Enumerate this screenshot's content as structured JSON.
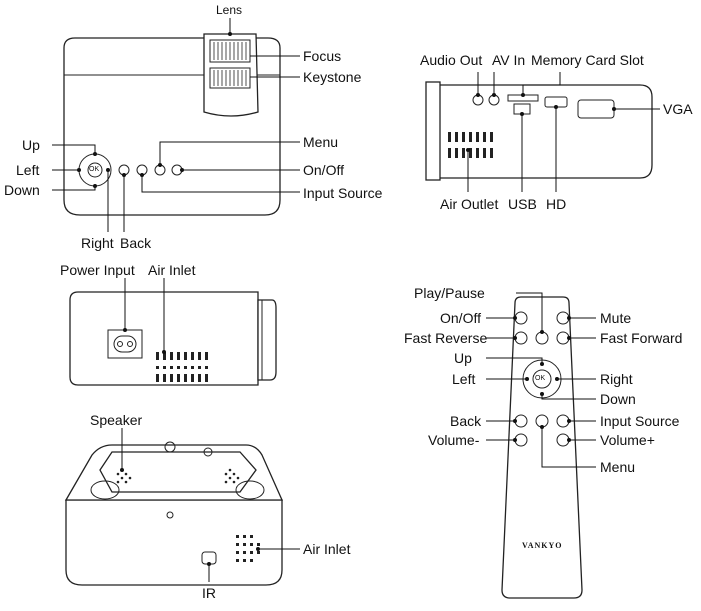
{
  "top_left_view": {
    "labels": {
      "lens": "Lens",
      "focus": "Focus",
      "keystone": "Keystone",
      "up": "Up",
      "left": "Left",
      "down": "Down",
      "right": "Right",
      "back": "Back",
      "menu": "Menu",
      "on_off": "On/Off",
      "input_source": "Input Source",
      "ok": "OK"
    }
  },
  "side_view": {
    "labels": {
      "audio_out": "Audio Out",
      "av_in": "AV In",
      "memory_card_slot": "Memory Card Slot",
      "vga": "VGA",
      "air_outlet": "Air Outlet",
      "usb": "USB",
      "hd": "HD"
    }
  },
  "rear_view": {
    "labels": {
      "power_input": "Power Input",
      "air_inlet": "Air Inlet"
    }
  },
  "bottom_view": {
    "labels": {
      "speaker": "Speaker",
      "air_inlet": "Air Inlet",
      "ir": "IR"
    }
  },
  "remote": {
    "brand": "VANKYO",
    "ok": "OK",
    "labels": {
      "play_pause": "Play/Pause",
      "on_off": "On/Off",
      "fast_reverse": "Fast Reverse",
      "up": "Up",
      "left": "Left",
      "back": "Back",
      "volume_minus": "Volume-",
      "mute": "Mute",
      "fast_forward": "Fast Forward",
      "right": "Right",
      "down": "Down",
      "input_source": "Input Source",
      "volume_plus": "Volume+",
      "menu": "Menu"
    }
  }
}
